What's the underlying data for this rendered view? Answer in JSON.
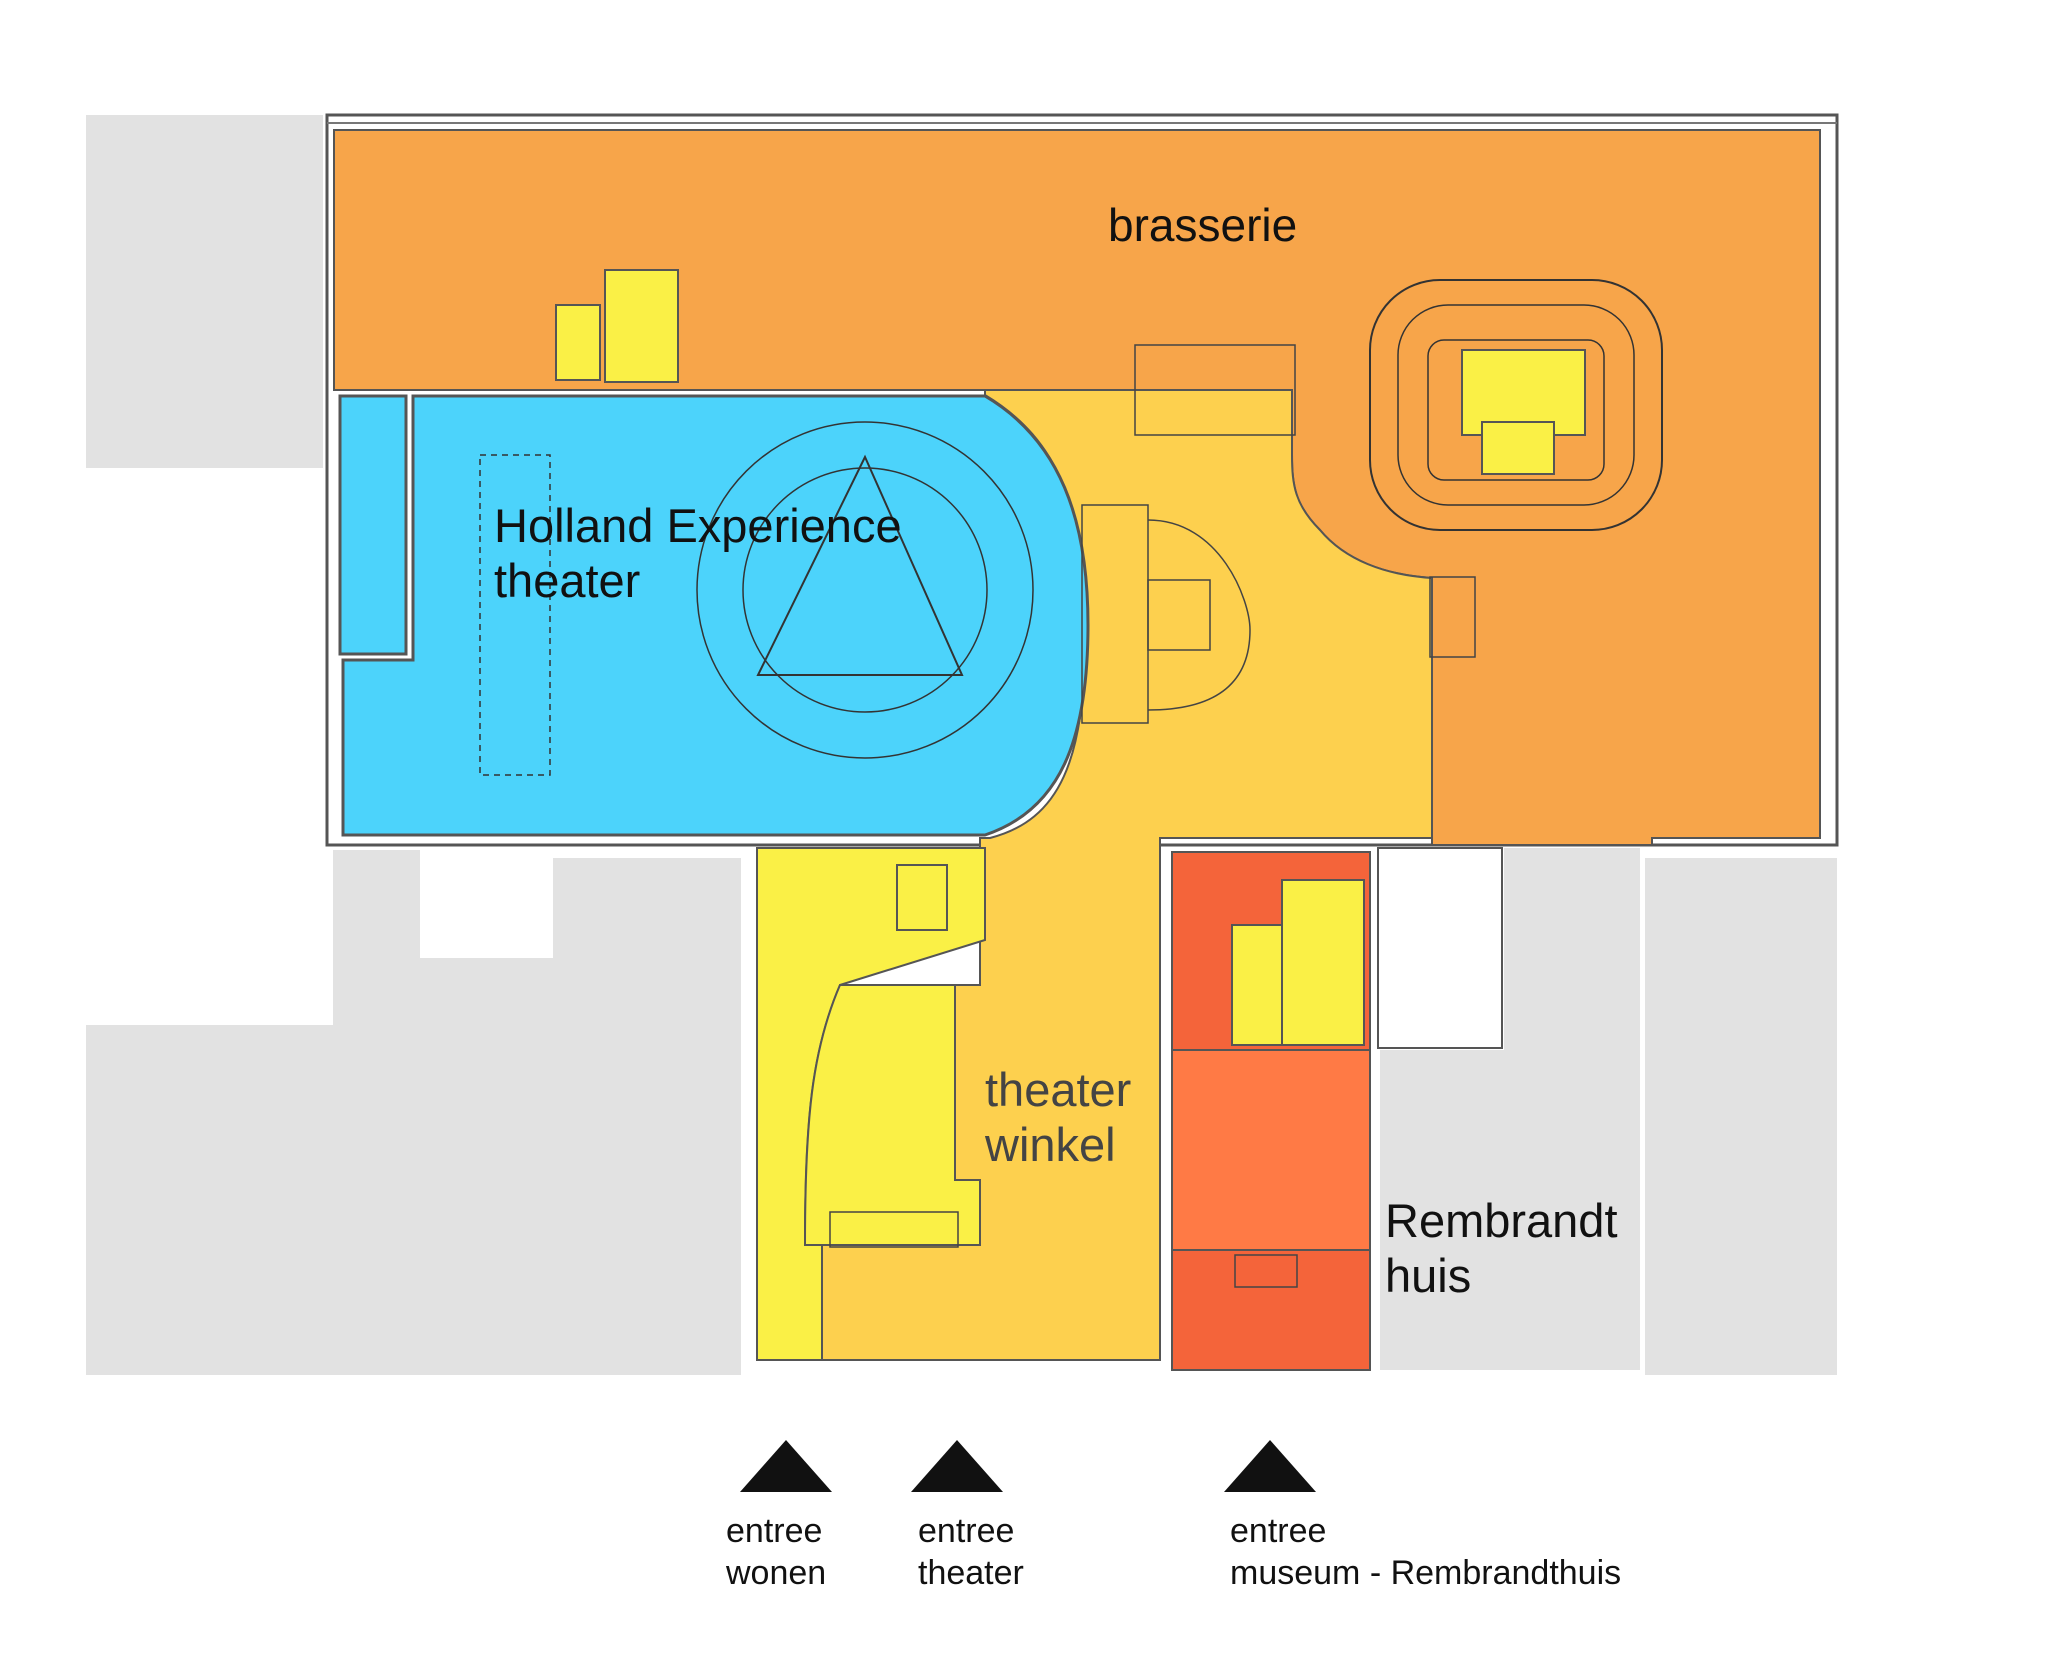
{
  "colors": {
    "brasserie": "#F7A54A",
    "theater": "#4CD3FB",
    "foyer": "#FDD04E",
    "service": "#FAF046",
    "museum": "#FF7A45",
    "museum_service": "#F4643A",
    "neighbour": "#E2E2E2",
    "wall": "#555555"
  },
  "rooms": {
    "brasserie": {
      "label": "brasserie"
    },
    "theater": {
      "line1": "Holland Experience",
      "line2": "theater"
    },
    "winkel": {
      "line1": "theater",
      "line2": "winkel"
    },
    "rembrandt": {
      "line1": "Rembrandt",
      "line2": "huis"
    }
  },
  "entrances": [
    {
      "line1": "entree",
      "line2": "wonen",
      "icon": "triangle-up-icon"
    },
    {
      "line1": "entree",
      "line2": "theater",
      "icon": "triangle-up-icon"
    },
    {
      "line1": "entree",
      "line2": "museum - Rembrandthuis",
      "icon": "triangle-up-icon"
    }
  ]
}
